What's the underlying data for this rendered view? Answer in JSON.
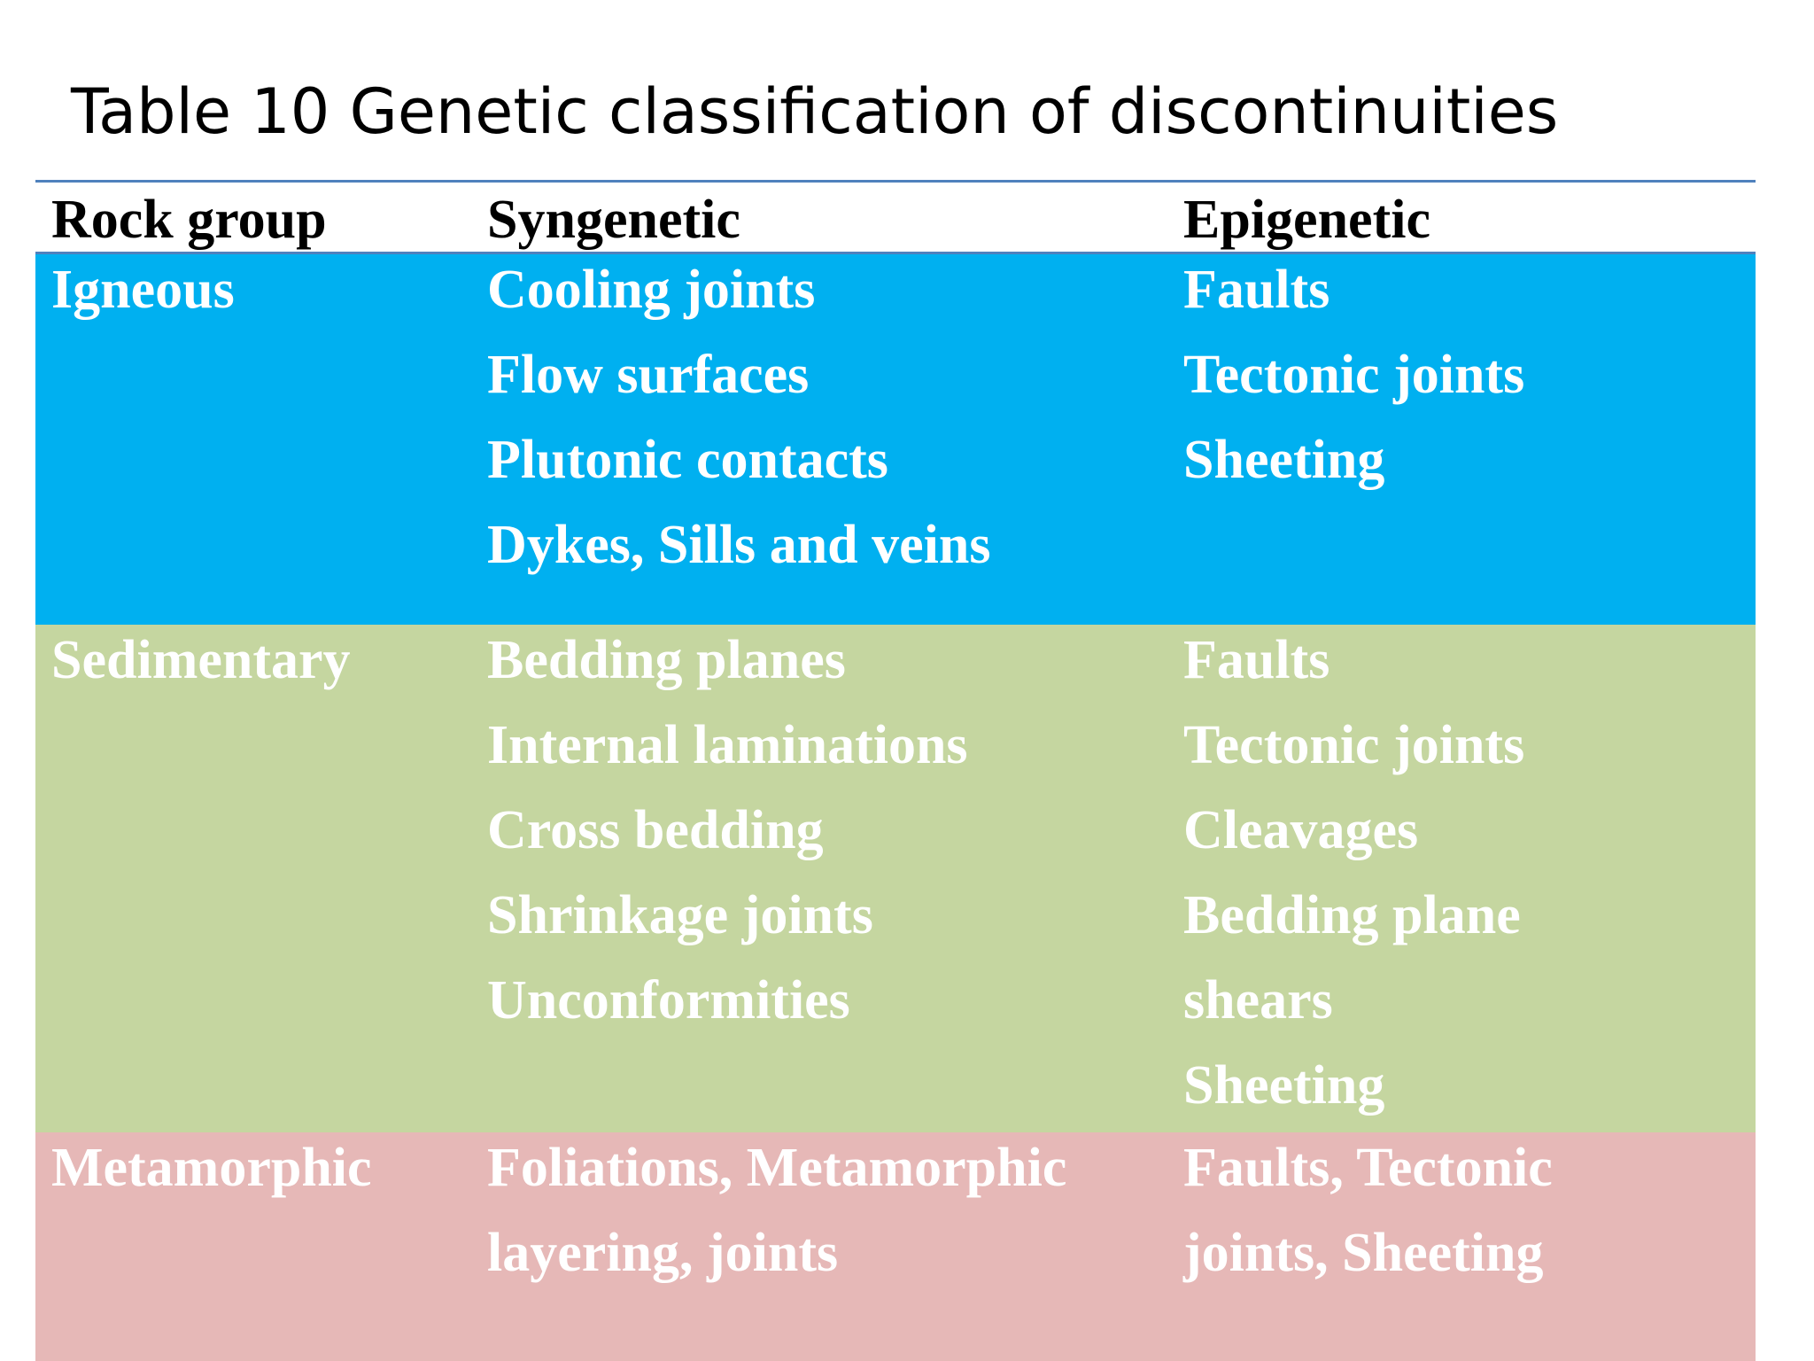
{
  "title": "Table 10 Genetic classification of discontinuities",
  "colors": {
    "igneous_band": "#00b0f0",
    "sedimentary_band": "#c5d6a0",
    "metamorphic_band": "#e6b8b7",
    "rule": "#4f81bd"
  },
  "table": {
    "headers": {
      "rock_group": "Rock group",
      "syngenetic": "Syngenetic",
      "epigenetic": "Epigenetic"
    },
    "rows": [
      {
        "rock_group": "Igneous",
        "syngenetic": [
          "Cooling joints",
          "Flow surfaces",
          "Plutonic contacts",
          "Dykes,  Sills and veins"
        ],
        "epigenetic": [
          "Faults",
          "Tectonic joints",
          "Sheeting"
        ]
      },
      {
        "rock_group": "Sedimentary",
        "syngenetic": [
          "Bedding planes",
          "Internal laminations",
          "Cross bedding",
          "Shrinkage joints",
          "Unconformities"
        ],
        "epigenetic": [
          "Faults",
          "Tectonic joints",
          "Cleavages",
          "Bedding plane",
          "shears",
          "Sheeting"
        ]
      },
      {
        "rock_group": "Metamorphic",
        "syngenetic": [
          "Foliations, Metamorphic",
          "layering, joints"
        ],
        "epigenetic": [
          "Faults, Tectonic",
          "joints, Sheeting"
        ]
      }
    ]
  }
}
